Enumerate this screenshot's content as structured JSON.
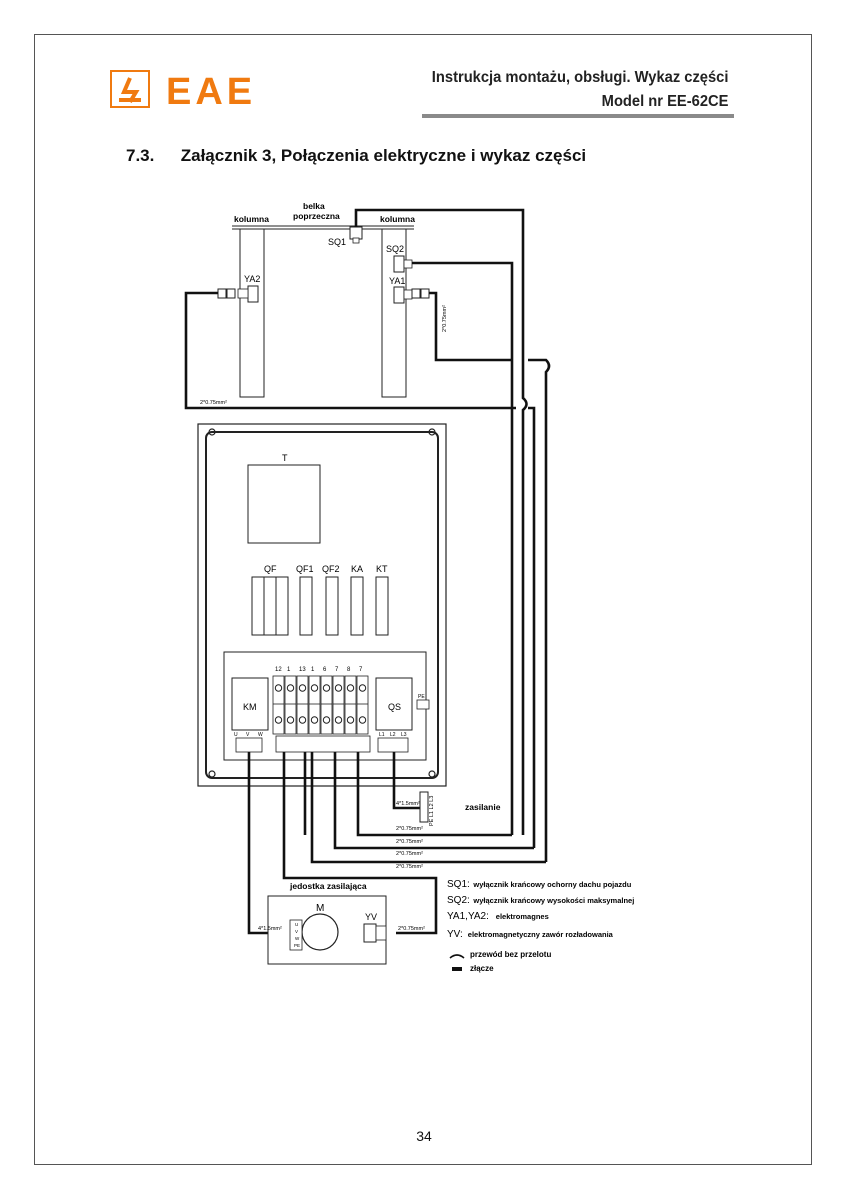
{
  "header": {
    "logo_text": "EAE",
    "title_line1": "Instrukcja montażu, obsługi. Wykaz części",
    "title_line2": "Model nr EE-62CE"
  },
  "section": {
    "number": "7.3.",
    "title": "Załącznik 3, Połączenia elektryczne i wykaz części"
  },
  "diagram": {
    "top": {
      "column_left": "kolumna",
      "column_right": "kolumna",
      "beam": [
        "belka",
        "poprzeczna"
      ]
    },
    "components": {
      "sq1": "SQ1",
      "sq2": "SQ2",
      "ya1": "YA1",
      "ya2": "YA2",
      "t": "T",
      "qf": "QF",
      "qf1": "QF1",
      "qf2": "QF2",
      "ka": "KA",
      "kt": "KT",
      "km": "KM",
      "qs": "QS",
      "m": "M",
      "yv": "YV",
      "pe": "PE"
    },
    "terminal_numbers": [
      "12",
      "1",
      "13",
      "1",
      "6",
      "7",
      "8",
      "7"
    ],
    "km_terminals": [
      "U",
      "V",
      "W"
    ],
    "qs_terminals": [
      "L1",
      "L2",
      "L3"
    ],
    "supply_terminals": "PE L1 L2 L3",
    "motor_terminals": [
      "U",
      "V",
      "W",
      "PE"
    ],
    "wires": {
      "w075": "2*0.75mm²",
      "w15": "4*1.5mm²"
    },
    "supply_label": "zasilanie",
    "power_unit_label": "jedostka zasilająca"
  },
  "legend": [
    {
      "code": "SQ1:",
      "text": "wyłącznik krańcowy ochorny dachu pojazdu"
    },
    {
      "code": "SQ2:",
      "text": "wyłącznik krańcowy wysokości maksymalnej"
    },
    {
      "code": "YA1,YA2:",
      "text": "elektromagnes"
    },
    {
      "code": "YV:",
      "text": "elektromagnetyczny zawór rozładowania"
    }
  ],
  "legend_symbols": [
    {
      "icon": "wire-crossover-symbol",
      "text": "przewód bez przelotu"
    },
    {
      "icon": "connector-symbol",
      "text": "złącze"
    }
  ],
  "page_number": "34"
}
